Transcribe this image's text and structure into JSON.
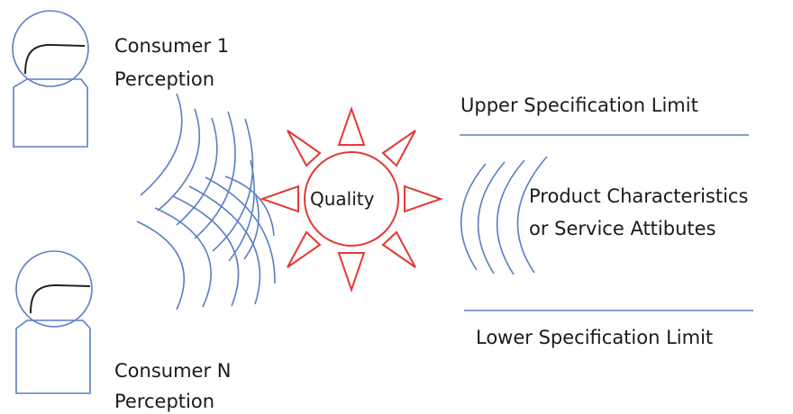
{
  "consumer_1": {
    "line1": "Consumer 1",
    "line2": "Perception"
  },
  "consumer_n": {
    "line1": "Consumer N",
    "line2": "Perception"
  },
  "quality": {
    "label": "Quality"
  },
  "specification": {
    "upper": "Upper Specification Limit",
    "lower": "Lower Specification Limit"
  },
  "product": {
    "line1": "Product Characteristics",
    "line2": "or Service Attibutes"
  },
  "colors": {
    "waves": "#5b7fc4",
    "person": "#5b7fc4",
    "sun": "#e53935",
    "spec_line": "#5b7fc4",
    "text": "#1a1a1a"
  }
}
